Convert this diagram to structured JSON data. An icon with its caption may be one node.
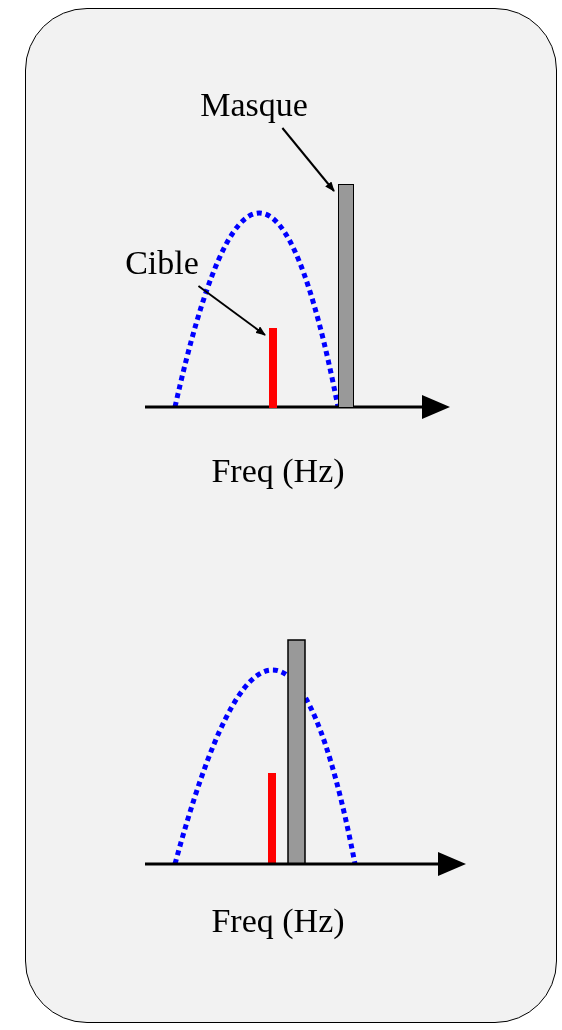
{
  "diagram": {
    "nodes": [
      {
        "text": [],
        "shape": "box"
      },
      {
        "text": [
          "Masque"
        ],
        "in": 0
      },
      {
        "text": [],
        "shape": "bar",
        "in": 0
      },
      {
        "text": [
          "Cible"
        ],
        "in": 0
      },
      {
        "text": [],
        "shape": "bar",
        "in": 0
      }
    ],
    "edges": [
      {
        "from": 1,
        "to": 2,
        "arrow": "to"
      },
      {
        "from": 3,
        "to": 4,
        "arrow": "to"
      }
    ],
    "labels": [
      "Freq (Hz)",
      "Freq (Hz)"
    ]
  }
}
